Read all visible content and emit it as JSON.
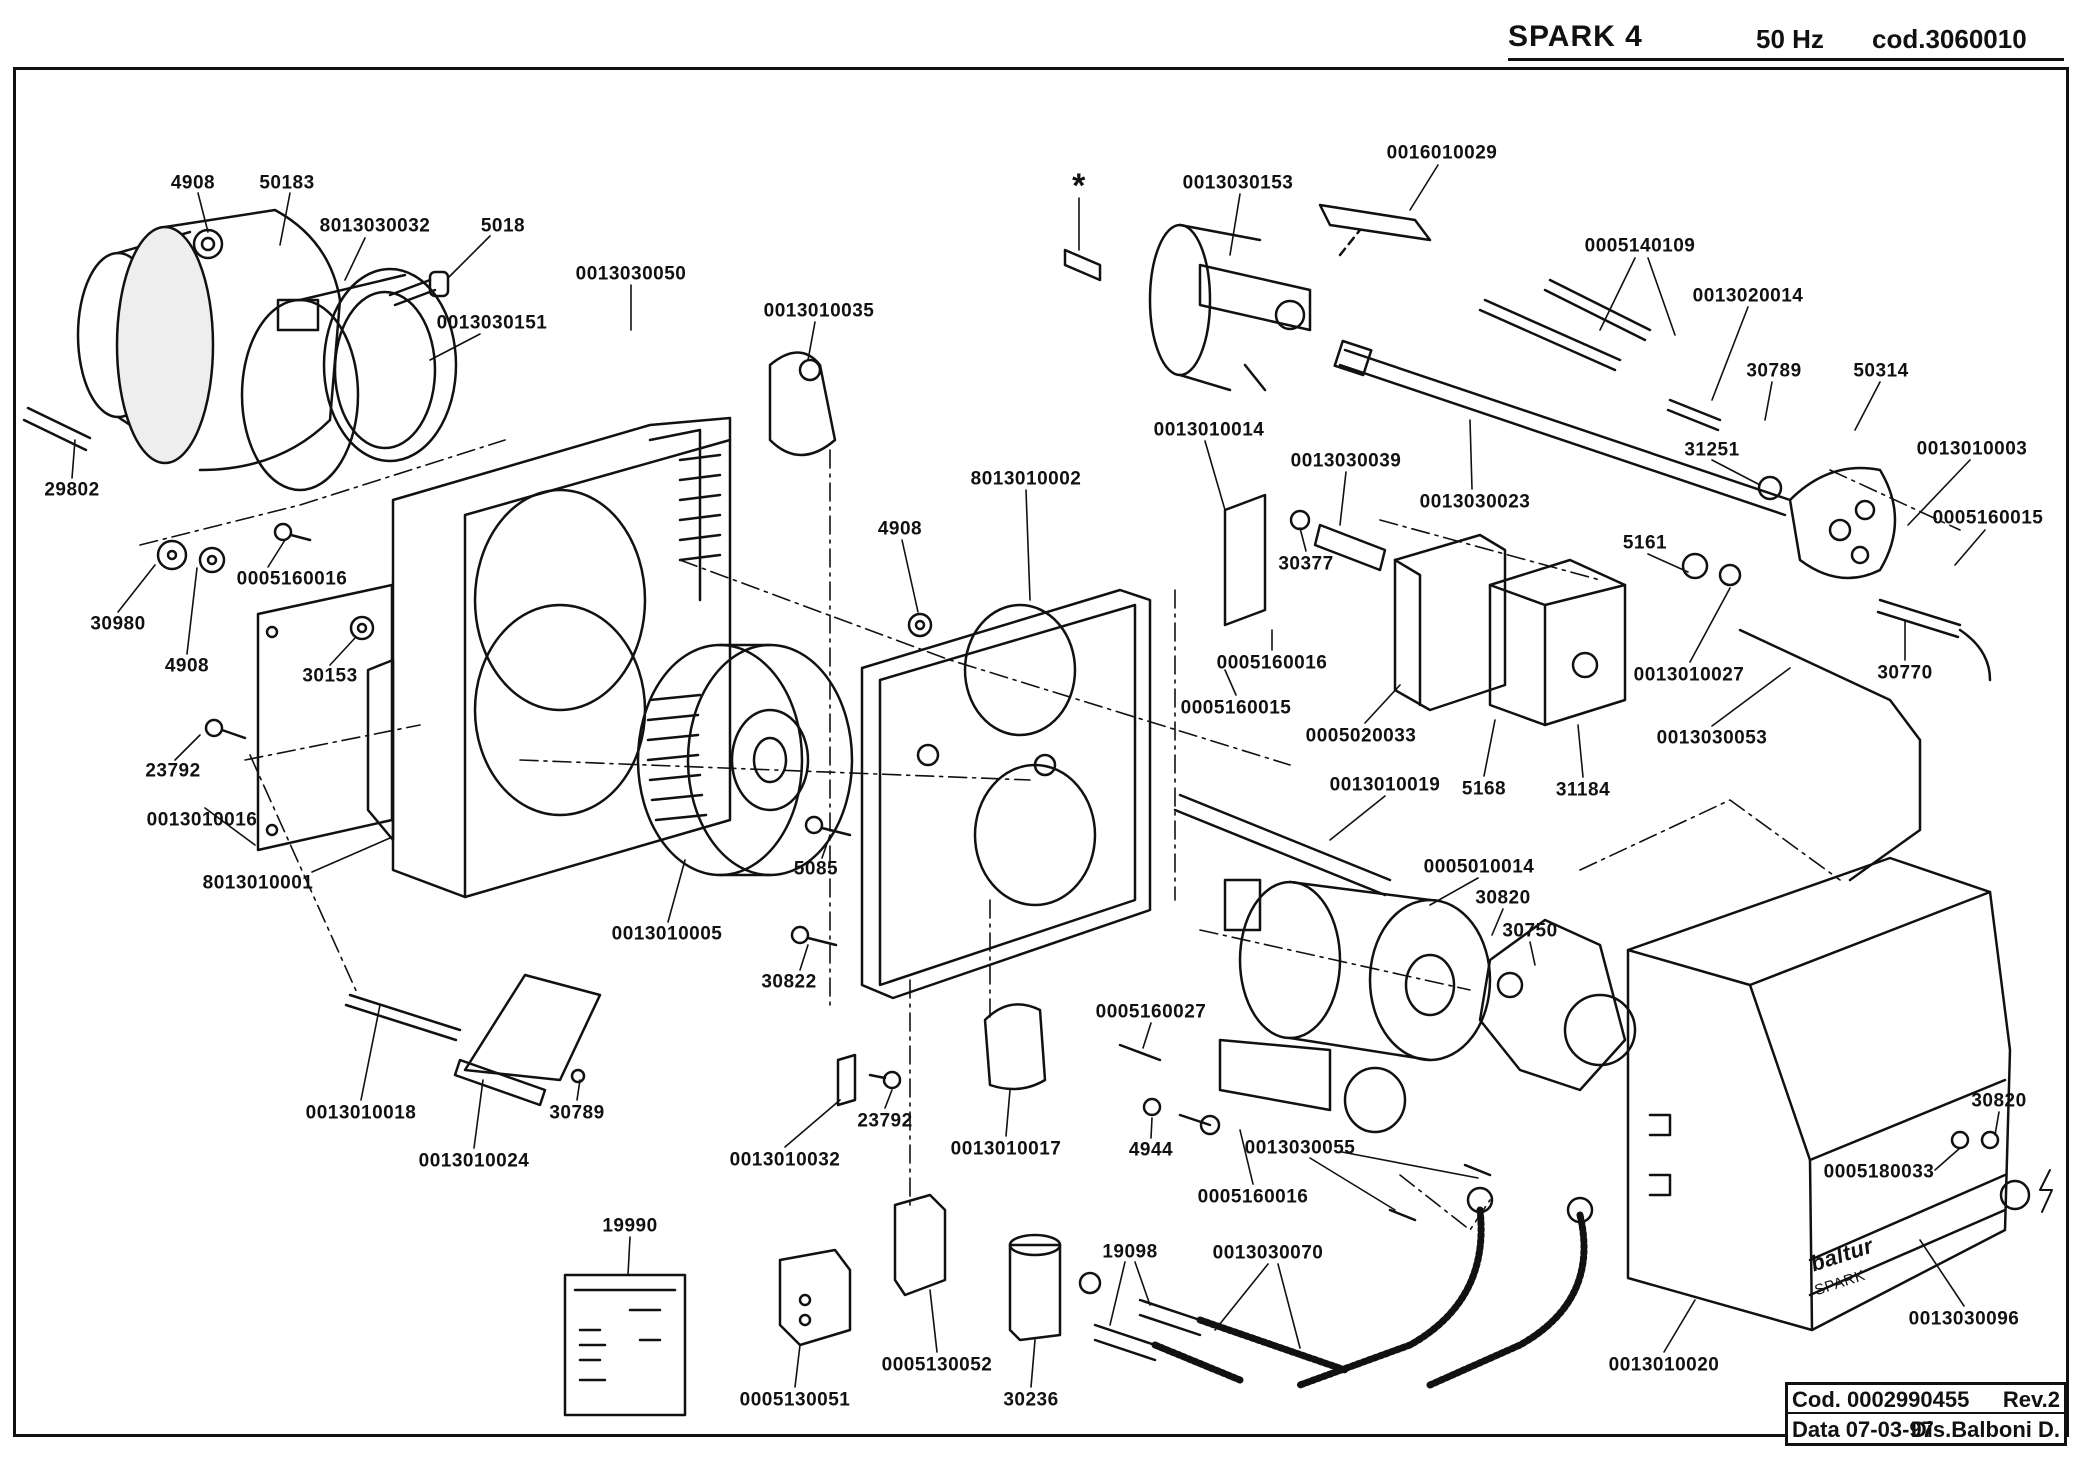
{
  "header": {
    "model": "SPARK  4",
    "frequency": "50 Hz",
    "code": "cod.3060010"
  },
  "title_block": {
    "cod_label": "Cod. 0002990455",
    "rev": "Rev.2",
    "date": "Data 07-03-97",
    "drawn_by": "Dis.Balboni D."
  },
  "cover": {
    "brand": "baltur",
    "model": "SPARK"
  },
  "parts": [
    {
      "id": "p01",
      "code": "4908"
    },
    {
      "id": "p02",
      "code": "50183"
    },
    {
      "id": "p03",
      "code": "8013030032"
    },
    {
      "id": "p04",
      "code": "5018"
    },
    {
      "id": "p05",
      "code": "0013030151"
    },
    {
      "id": "p06",
      "code": "0013030050"
    },
    {
      "id": "p07",
      "code": "0013010035"
    },
    {
      "id": "p08",
      "code": "29802"
    },
    {
      "id": "p09",
      "code": "30980"
    },
    {
      "id": "p10",
      "code": "4908"
    },
    {
      "id": "p11",
      "code": "0005160016"
    },
    {
      "id": "p12",
      "code": "30153"
    },
    {
      "id": "p13",
      "code": "23792"
    },
    {
      "id": "p14",
      "code": "0013010016"
    },
    {
      "id": "p15",
      "code": "8013010001"
    },
    {
      "id": "p16",
      "code": "0013010005"
    },
    {
      "id": "p17",
      "code": "5085"
    },
    {
      "id": "p18",
      "code": "30822"
    },
    {
      "id": "p19",
      "code": "8013010002"
    },
    {
      "id": "p20",
      "code": "4908"
    },
    {
      "id": "p21",
      "code": "*"
    },
    {
      "id": "p22",
      "code": "0013030153"
    },
    {
      "id": "p23",
      "code": "0016010029"
    },
    {
      "id": "p24",
      "code": "0005140109"
    },
    {
      "id": "p25",
      "code": "0013020014"
    },
    {
      "id": "p26",
      "code": "30789"
    },
    {
      "id": "p27",
      "code": "50314"
    },
    {
      "id": "p28",
      "code": "31251"
    },
    {
      "id": "p29",
      "code": "0013010003"
    },
    {
      "id": "p30",
      "code": "0005160015"
    },
    {
      "id": "p31",
      "code": "5161"
    },
    {
      "id": "p32",
      "code": "0013010027"
    },
    {
      "id": "p33",
      "code": "30770"
    },
    {
      "id": "p34",
      "code": "0013030053"
    },
    {
      "id": "p35",
      "code": "0013010014"
    },
    {
      "id": "p36",
      "code": "0013030039"
    },
    {
      "id": "p37",
      "code": "0013030023"
    },
    {
      "id": "p38",
      "code": "30377"
    },
    {
      "id": "p39",
      "code": "0005160016"
    },
    {
      "id": "p40",
      "code": "0005160015"
    },
    {
      "id": "p41",
      "code": "0005020033"
    },
    {
      "id": "p42",
      "code": "5168"
    },
    {
      "id": "p43",
      "code": "31184"
    },
    {
      "id": "p44",
      "code": "0013010019"
    },
    {
      "id": "p45",
      "code": "0005010014"
    },
    {
      "id": "p46",
      "code": "30820"
    },
    {
      "id": "p47",
      "code": "30750"
    },
    {
      "id": "p48",
      "code": "0005160027"
    },
    {
      "id": "p49",
      "code": "4944"
    },
    {
      "id": "p50",
      "code": "0005160016"
    },
    {
      "id": "p51",
      "code": "0013030055"
    },
    {
      "id": "p52",
      "code": "0013010017"
    },
    {
      "id": "p53",
      "code": "0013010018"
    },
    {
      "id": "p54",
      "code": "30789"
    },
    {
      "id": "p55",
      "code": "0013010024"
    },
    {
      "id": "p56",
      "code": "0013010032"
    },
    {
      "id": "p57",
      "code": "23792"
    },
    {
      "id": "p58",
      "code": "19990"
    },
    {
      "id": "p59",
      "code": "0005130051"
    },
    {
      "id": "p60",
      "code": "0005130052"
    },
    {
      "id": "p61",
      "code": "30236"
    },
    {
      "id": "p62",
      "code": "19098"
    },
    {
      "id": "p63",
      "code": "0013030070"
    },
    {
      "id": "p64",
      "code": "0013010020"
    },
    {
      "id": "p65",
      "code": "0013030096"
    },
    {
      "id": "p66",
      "code": "0005180033"
    },
    {
      "id": "p67",
      "code": "30820"
    }
  ]
}
